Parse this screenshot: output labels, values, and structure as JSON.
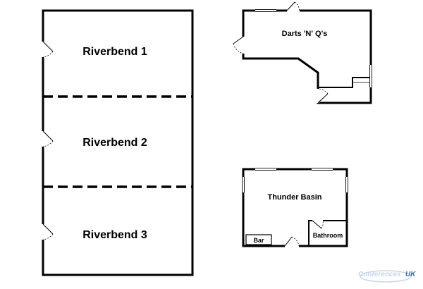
{
  "rooms": {
    "riverbend_1": "Riverbend 1",
    "riverbend_2": "Riverbend 2",
    "riverbend_3": "Riverbend 3",
    "darts_n_qs": "Darts 'N' Q's",
    "thunder_basin": "Thunder Basin",
    "bar": "Bar",
    "bathroom": "Bathroom"
  },
  "logo": {
    "text_main": "Conferences",
    "text_suffix": "UK",
    "color_main": "#c9d6e6",
    "color_suffix": "#3a6aa8"
  }
}
